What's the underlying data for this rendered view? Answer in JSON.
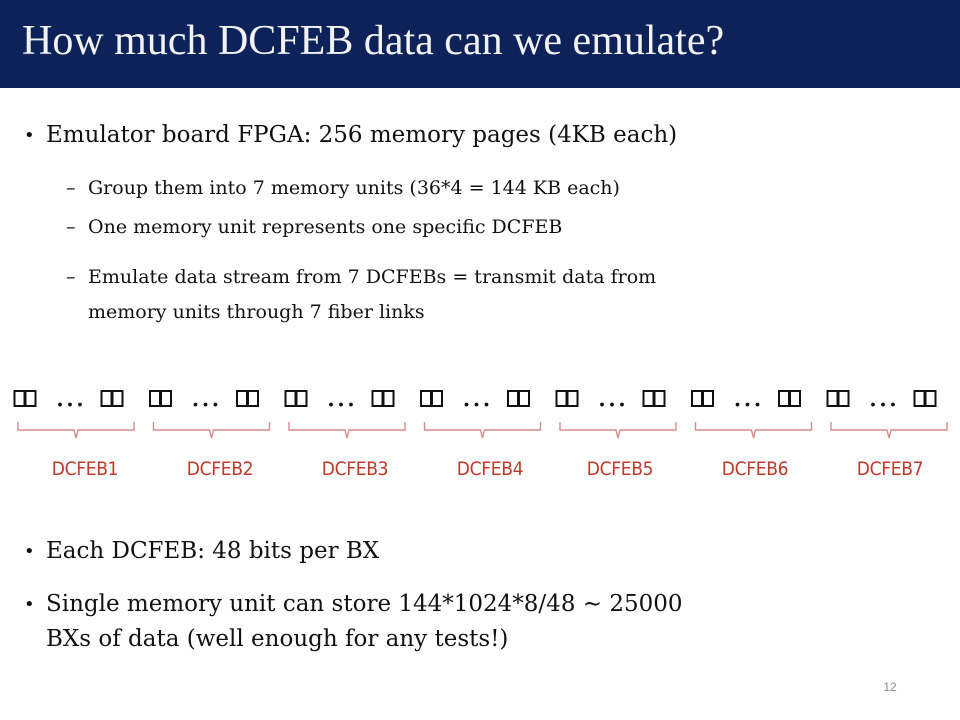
{
  "title": "How much DCFEB data can we emulate?",
  "bullets_top": {
    "main": "Emulator board FPGA: 256 memory pages (4KB each)",
    "subs": [
      "Group them into 7 memory units (36*4 = 144 KB each)",
      "One memory unit represents one specific DCFEB",
      "Emulate data stream from 7 DCFEBs = transmit data from",
      "memory units through 7 fiber links"
    ]
  },
  "diagram": {
    "ellipsis": "…",
    "units": [
      "DCFEB1",
      "DCFEB2",
      "DCFEB3",
      "DCFEB4",
      "DCFEB5",
      "DCFEB6",
      "DCFEB7"
    ],
    "label_color": "#c0392b",
    "brace_color": "#d98c8c"
  },
  "bullets_bottom": [
    {
      "lines": [
        "Each DCFEB: 48 bits per BX"
      ]
    },
    {
      "lines": [
        "Single memory unit can store 144*1024*8/48 ∼ 25000",
        "BXs of data (well enough for any tests!)"
      ]
    }
  ],
  "bullet_mark": "•",
  "dash_mark": "–",
  "page_number": "12",
  "colors": {
    "title_bar": "#0c2259",
    "title_text": "#f2f2f2"
  }
}
